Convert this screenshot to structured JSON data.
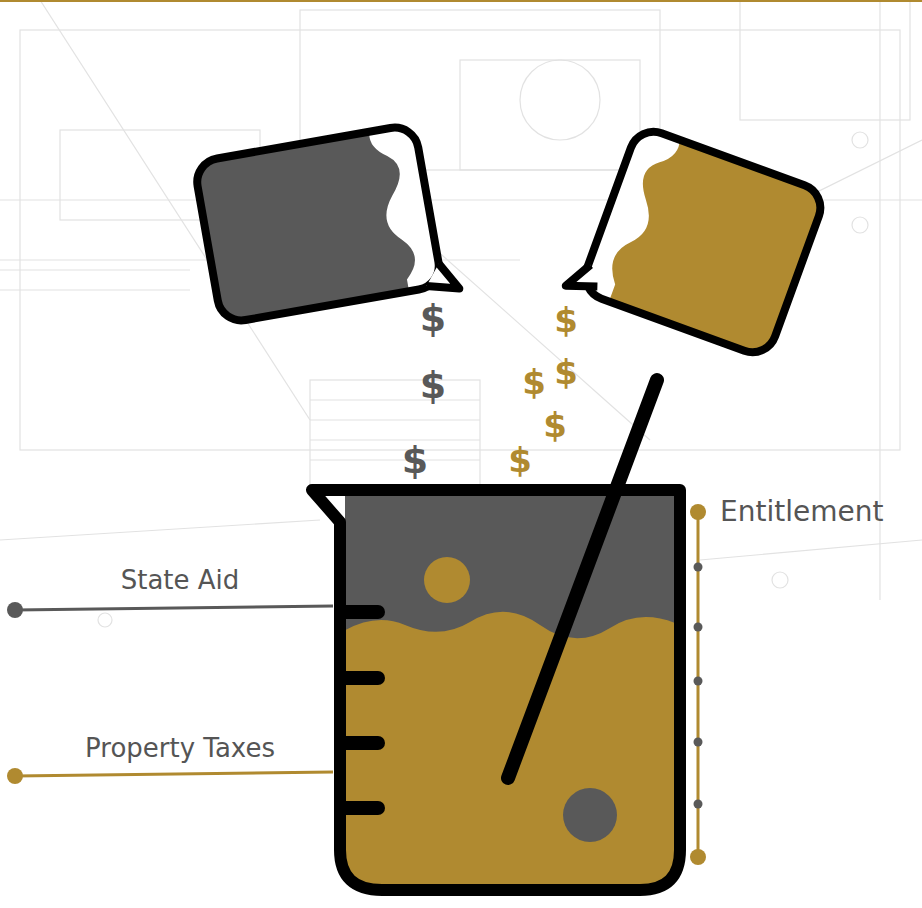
{
  "diagram": {
    "labels": [
      "$",
      "$",
      "$",
      "$",
      "$",
      "$",
      "$",
      "$",
      "Entitlement",
      "State Aid",
      "Property Taxes"
    ]
  }
}
